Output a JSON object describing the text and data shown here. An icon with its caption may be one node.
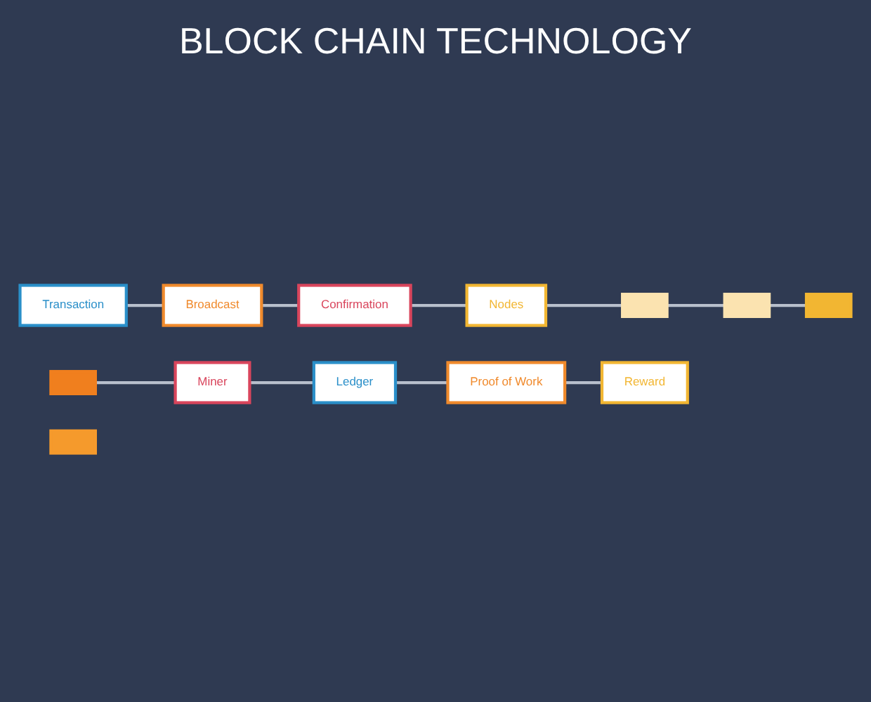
{
  "diagram": {
    "title": "BLOCK CHAIN TECHNOLOGY",
    "nodes": [
      {
        "text": [
          "Transaction"
        ]
      },
      {
        "text": [
          "Broadcast"
        ]
      },
      {
        "text": [
          "Confirmation"
        ]
      },
      {
        "text": [
          "Nodes"
        ]
      },
      {
        "text": [],
        "shape": "box"
      },
      {
        "text": [],
        "shape": "box"
      },
      {
        "text": [],
        "shape": "box"
      },
      {
        "text": [],
        "shape": "box"
      },
      {
        "text": [],
        "shape": "box"
      },
      {
        "text": [
          "Miner"
        ]
      },
      {
        "text": [
          "Ledger"
        ]
      },
      {
        "text": [
          "Proof of Work"
        ]
      },
      {
        "text": [
          "Reward"
        ]
      }
    ],
    "edges": [
      {
        "from": 0,
        "to": 1,
        "arrow": "none"
      },
      {
        "from": 1,
        "to": 2,
        "arrow": "none"
      },
      {
        "from": 2,
        "to": 3,
        "arrow": "none"
      },
      {
        "from": 3,
        "to": 8,
        "arrow": "none"
      },
      {
        "from": 8,
        "to": 7,
        "arrow": "none"
      },
      {
        "from": 7,
        "to": 6,
        "arrow": "none"
      },
      {
        "from": 4,
        "to": 9,
        "arrow": "none"
      },
      {
        "from": 9,
        "to": 10,
        "arrow": "none"
      },
      {
        "from": 10,
        "to": 11,
        "arrow": "none"
      },
      {
        "from": 11,
        "to": 12,
        "arrow": "none"
      }
    ]
  }
}
